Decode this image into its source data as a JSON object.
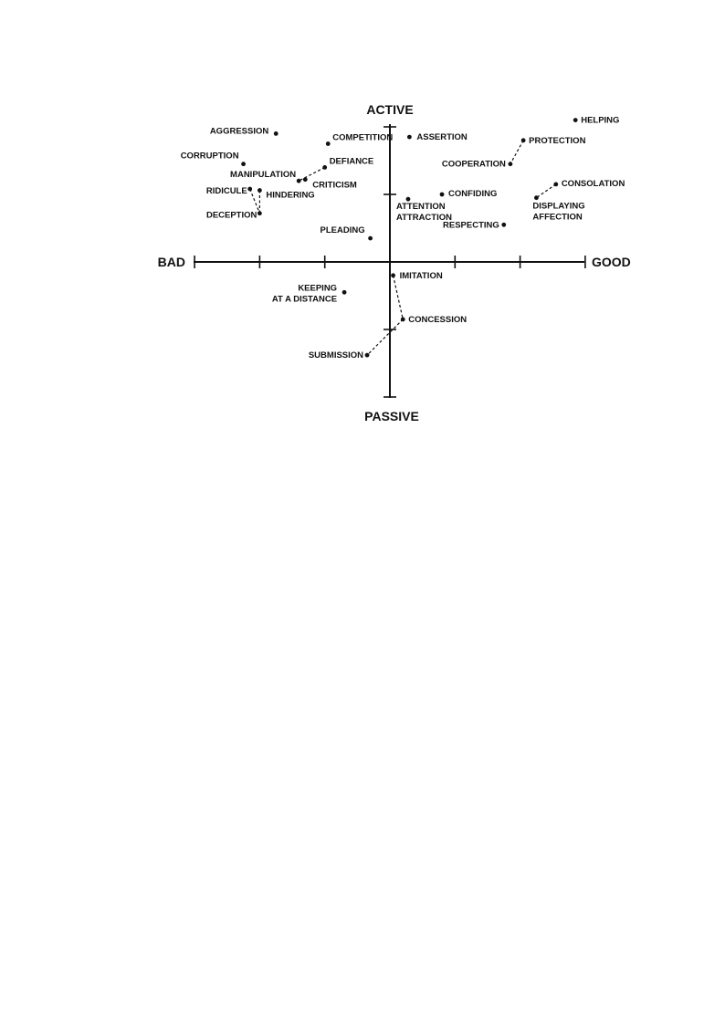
{
  "chart_data": {
    "type": "scatter",
    "axis_labels": {
      "top": "ACTIVE",
      "bottom": "PASSIVE",
      "left": "BAD",
      "right": "GOOD"
    },
    "xlim": [
      -3,
      3
    ],
    "ylim": [
      -2,
      2
    ],
    "grid": false,
    "points": [
      {
        "label": [
          "HELPING"
        ],
        "x": 2.85,
        "y": 2.1
      },
      {
        "label": [
          "PROTECTION"
        ],
        "x": 2.05,
        "y": 1.8
      },
      {
        "label": [
          "COOPERATION"
        ],
        "x": 1.85,
        "y": 1.45
      },
      {
        "label": [
          "CONSOLATION"
        ],
        "x": 2.55,
        "y": 1.15
      },
      {
        "label": [
          "DISPLAYING",
          "AFFECTION"
        ],
        "x": 2.25,
        "y": 0.95
      },
      {
        "label": [
          "ASSERTION"
        ],
        "x": 0.3,
        "y": 1.85
      },
      {
        "label": [
          "CONFIDING"
        ],
        "x": 0.8,
        "y": 1.0
      },
      {
        "label": [
          "ATTENTION",
          "ATTRACTION"
        ],
        "x": 0.28,
        "y": 0.93
      },
      {
        "label": [
          "RESPECTING"
        ],
        "x": 1.75,
        "y": 0.55
      },
      {
        "label": [
          "AGGRESSION"
        ],
        "x": -1.75,
        "y": 1.9
      },
      {
        "label": [
          "COMPETITION"
        ],
        "x": -0.95,
        "y": 1.75
      },
      {
        "label": [
          "CORRUPTION"
        ],
        "x": -2.25,
        "y": 1.45
      },
      {
        "label": [
          "DEFIANCE"
        ],
        "x": -1.0,
        "y": 1.4
      },
      {
        "label": [
          "MANIPULATION"
        ],
        "x": -1.4,
        "y": 1.2
      },
      {
        "label": [
          "CRITICISM"
        ],
        "x": -1.3,
        "y": 1.22
      },
      {
        "label": [
          "RIDICULE"
        ],
        "x": -2.15,
        "y": 1.08
      },
      {
        "label": [
          "HINDERING"
        ],
        "x": -2.0,
        "y": 1.06
      },
      {
        "label": [
          "DECEPTION"
        ],
        "x": -2.0,
        "y": 0.72
      },
      {
        "label": [
          "PLEADING"
        ],
        "x": -0.3,
        "y": 0.35
      },
      {
        "label": [
          "IMITATION"
        ],
        "x": 0.05,
        "y": -0.2
      },
      {
        "label": [
          "KEEPING",
          "AT A DISTANCE"
        ],
        "x": -0.7,
        "y": -0.45
      },
      {
        "label": [
          "CONCESSION"
        ],
        "x": 0.2,
        "y": -0.85
      },
      {
        "label": [
          "SUBMISSION"
        ],
        "x": -0.35,
        "y": -1.38
      }
    ],
    "connections": [
      [
        "PROTECTION",
        "COOPERATION"
      ],
      [
        "CONSOLATION",
        "DISPLAYING"
      ],
      [
        "DEFIANCE",
        "MANIPULATION"
      ],
      [
        "RIDICULE",
        "DECEPTION"
      ],
      [
        "HINDERING",
        "DECEPTION"
      ],
      [
        "IMITATION",
        "CONCESSION"
      ],
      [
        "CONCESSION",
        "SUBMISSION"
      ]
    ]
  }
}
